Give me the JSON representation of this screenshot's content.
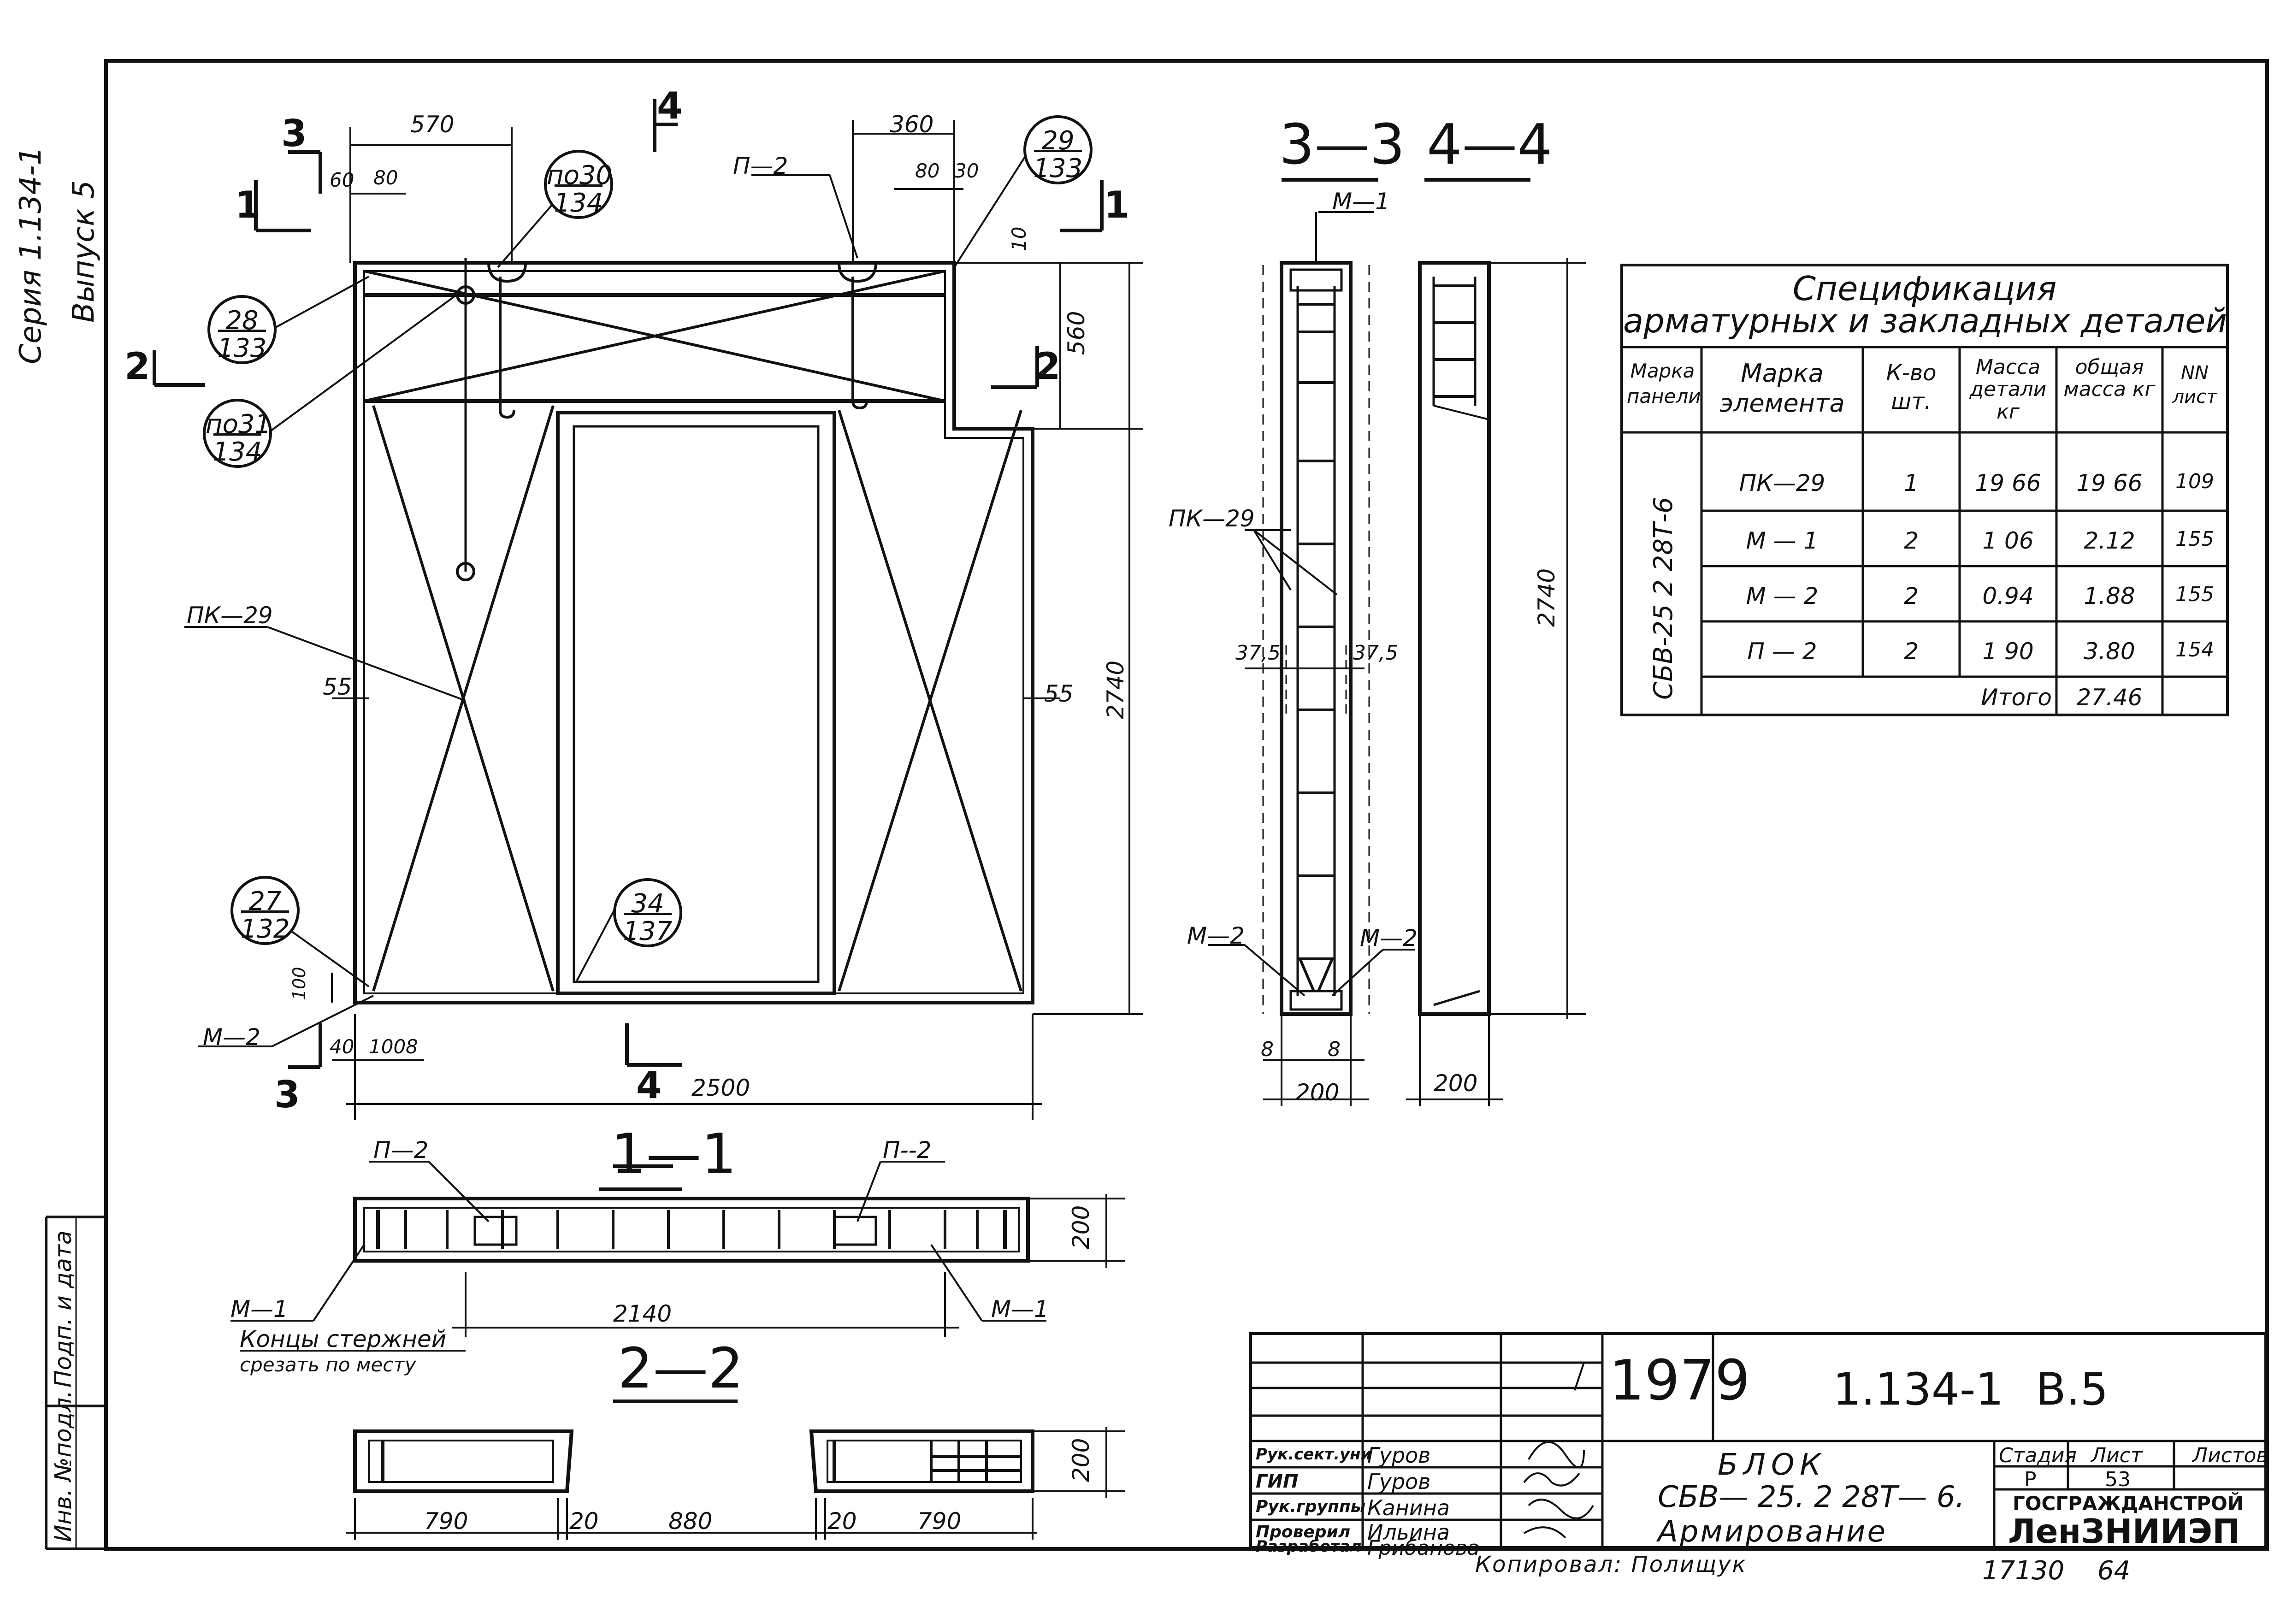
{
  "series_text": "Серия 1.134-1",
  "issue_text": "Выпуск 5",
  "side_panel": {
    "signature": "Подп. и дата",
    "inventory": "Инв. №подл."
  },
  "sections": {
    "s33": "3—3",
    "s44": "4—4",
    "s11": "1—1",
    "s22": "2—2",
    "m3": "3",
    "m4": "4",
    "m1": "1",
    "m2": "2"
  },
  "dims": {
    "d570": "570",
    "d360": "360",
    "d60": "60",
    "d80a": "80",
    "d80b": "80",
    "d30": "30",
    "d10": "10",
    "d560": "560",
    "d2740": "2740",
    "d2740b": "2740",
    "d55a": "55",
    "d55b": "55",
    "d2500": "2500",
    "d40": "40",
    "d100": "100",
    "d8": "8",
    "d100v": "100",
    "d375a": "37,5",
    "d375b": "37,5",
    "d8a": "8",
    "d8b": "8",
    "d200a": "200",
    "d200b": "200",
    "d2140": "2140",
    "d200c": "200",
    "d790a": "790",
    "d20a": "20",
    "d880": "880",
    "d20b": "20",
    "d790b": "790",
    "d200d": "200"
  },
  "callouts": [
    {
      "top": "28",
      "bottom": "133"
    },
    {
      "top": "по31",
      "bottom": "134"
    },
    {
      "top": "по30",
      "bottom": "134"
    },
    {
      "top": "29",
      "bottom": "133"
    },
    {
      "top": "27",
      "bottom": "132"
    },
    {
      "top": "34",
      "bottom": "137"
    }
  ],
  "labels": {
    "p2_top": "П—2",
    "pk29_front": "ПК—29",
    "m2_front": "М—2",
    "m1_33": "М—1",
    "pk29_33": "ПК—29",
    "m2a_33": "М—2",
    "m2b_33": "М—2",
    "p2a_11": "П—2",
    "p2b_11": "П--2",
    "m1a_11": "М—1",
    "m1b_11": "М—1",
    "note_line1": "Концы стержней",
    "note_line2": "срезать по месту"
  },
  "spec": {
    "title1": "Спецификация",
    "title2": "арматурных и закладных деталей",
    "headers": [
      "Марка панели",
      "Марка элемента",
      "К-во шт.",
      "Масса детали кг",
      "общая масса кг",
      "NN лист"
    ],
    "panel": "СБВ-25 2 28Т-6",
    "rows": [
      {
        "mark": "ПК—29",
        "qty": "1",
        "mass": "19 66",
        "total": "19 66",
        "sheet": "109"
      },
      {
        "mark": "М — 1",
        "qty": "2",
        "mass": "1 06",
        "total": "2.12",
        "sheet": "155"
      },
      {
        "mark": "М — 2",
        "qty": "2",
        "mass": "0.94",
        "total": "1.88",
        "sheet": "155"
      },
      {
        "mark": "П — 2",
        "qty": "2",
        "mass": "1 90",
        "total": "3.80",
        "sheet": "154"
      }
    ],
    "total_label": "Итого",
    "total_value": "27.46"
  },
  "stamp": {
    "year": "1979",
    "code": "1.134-1",
    "issue": "В.5",
    "title1": "БЛОК",
    "title2": "СБВ— 25. 2 28Т— 6.",
    "title3": "Армирование",
    "stage_h": "Стадия",
    "sheet_h": "Лист",
    "sheets_h": "Листов",
    "stage": "Р",
    "sheet": "53",
    "org1": "ГОСГРАЖДАНСТРОЙ",
    "org2": "ЛенЗНИИЭП",
    "roles": [
      "Рук.сект.уни",
      "ГИП",
      "Рук.группы",
      "Проверил",
      "Разработал"
    ],
    "names": [
      "Гуров",
      "Гуров",
      "Канина",
      "Ильина",
      "Грибанова"
    ],
    "copied": "Копировал: Полищук",
    "order": "17130",
    "format": "64"
  }
}
